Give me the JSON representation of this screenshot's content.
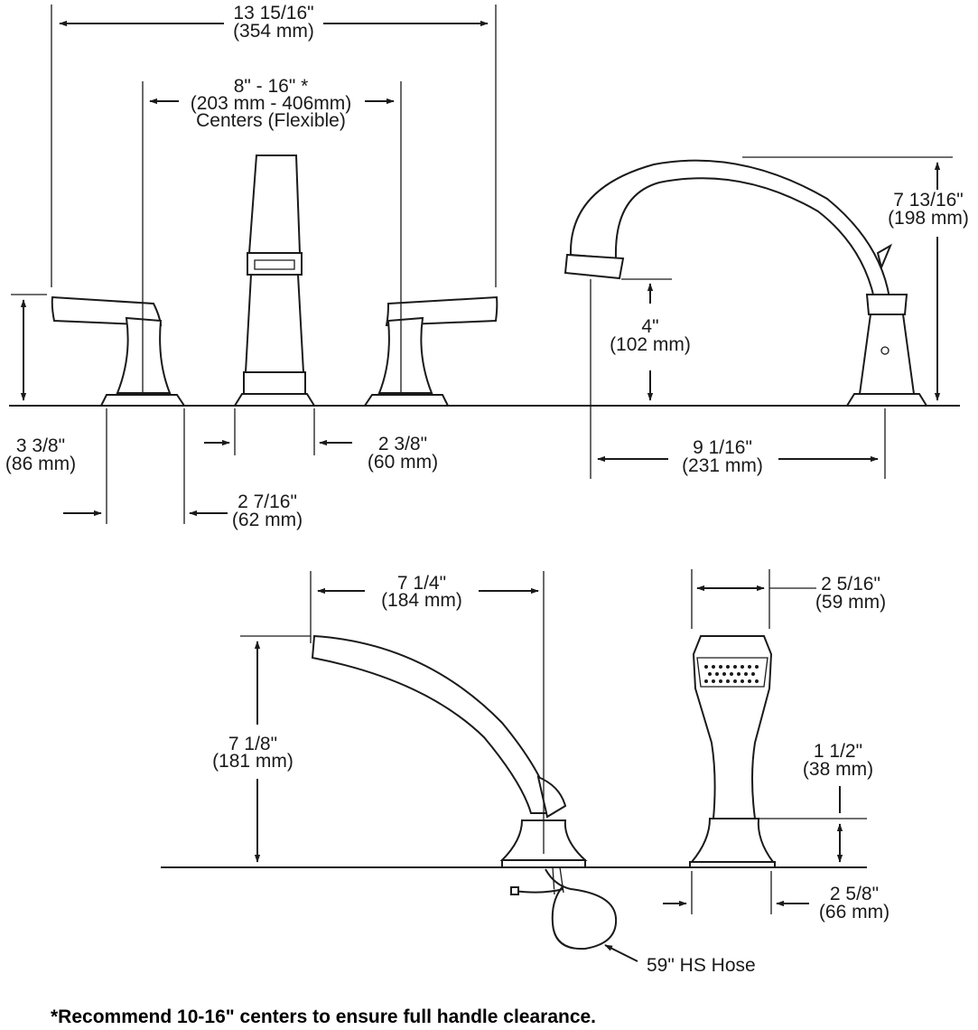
{
  "dimensions": {
    "overall_width": {
      "imperial": "13 15/16\"",
      "metric": "(354 mm)"
    },
    "centers": {
      "imperial": "8\" - 16\" *",
      "metric": "(203 mm - 406mm)",
      "note": "Centers (Flexible)"
    },
    "spout_height": {
      "imperial": "7 13/16\"",
      "metric": "(198 mm)"
    },
    "spout_clearance": {
      "imperial": "4\"",
      "metric": "(102 mm)"
    },
    "handle_height": {
      "imperial": "3 3/8\"",
      "metric": "(86 mm)"
    },
    "spout_base": {
      "imperial": "2 3/8\"",
      "metric": "(60 mm)"
    },
    "spout_reach": {
      "imperial": "9 1/16\"",
      "metric": "(231 mm)"
    },
    "handle_base": {
      "imperial": "2 7/16\"",
      "metric": "(62 mm)"
    },
    "handshower_reach": {
      "imperial": "7 1/4\"",
      "metric": "(184 mm)"
    },
    "handshower_width": {
      "imperial": "2 5/16\"",
      "metric": "(59 mm)"
    },
    "handshower_height": {
      "imperial": "7 1/8\"",
      "metric": "(181 mm)"
    },
    "holder_height": {
      "imperial": "1 1/2\"",
      "metric": "(38 mm)"
    },
    "holder_base": {
      "imperial": "2 5/8\"",
      "metric": "(66 mm)"
    }
  },
  "labels": {
    "hose": "59\" HS Hose"
  },
  "footnote": "*Recommend 10-16\" centers to ensure full handle clearance."
}
